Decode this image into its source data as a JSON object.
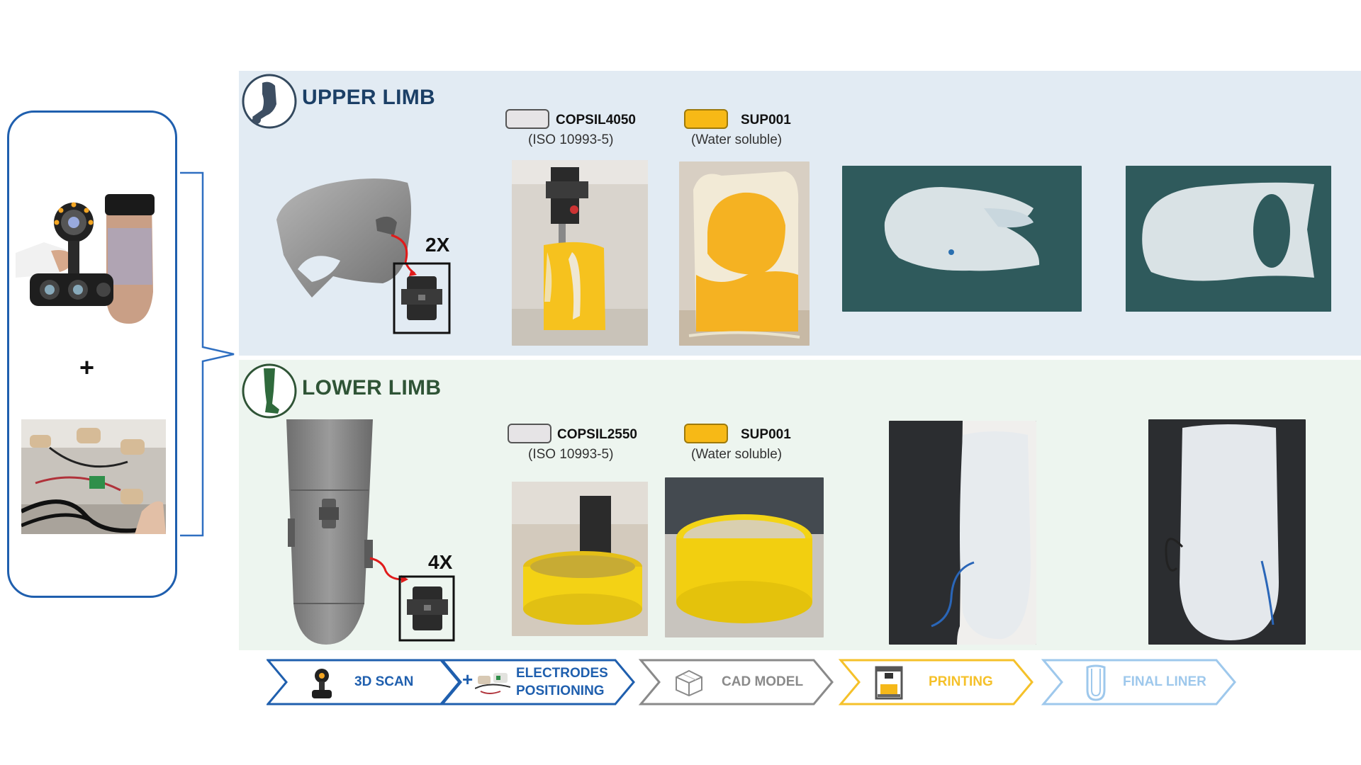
{
  "upper_limb": {
    "title": "UPPER LIMB",
    "materials": [
      {
        "name": "COPSIL4050",
        "note": "(ISO 10993-5)",
        "swatch_color": "#e6e4e6"
      },
      {
        "name": "SUP001",
        "note": "(Water soluble)",
        "swatch_color": "#f7b916"
      }
    ],
    "multiplier": "2X"
  },
  "lower_limb": {
    "title": "LOWER LIMB",
    "materials": [
      {
        "name": "COPSIL2550",
        "note": "(ISO 10993-5)",
        "swatch_color": "#e6e4e6"
      },
      {
        "name": "SUP001",
        "note": "(Water soluble)",
        "swatch_color": "#f7b916"
      }
    ],
    "multiplier": "4X"
  },
  "left_panel": {
    "plus": "+"
  },
  "workflow": [
    {
      "label": "3D SCAN",
      "color": "#1f5fae"
    },
    {
      "label_line1": "ELECTRODES",
      "label_line2": "POSITIONING",
      "plus": "+",
      "color": "#1f5fae"
    },
    {
      "label": "CAD MODEL",
      "color": "#8a8a8a"
    },
    {
      "label": "PRINTING",
      "color": "#f5c12a"
    },
    {
      "label": "FINAL LINER",
      "color": "#9ec8ec"
    }
  ],
  "colors": {
    "upper_title": "#1b3f66",
    "lower_title": "#2f5436",
    "upper_band": "#e2ebf3",
    "lower_band": "#edf5ef"
  }
}
